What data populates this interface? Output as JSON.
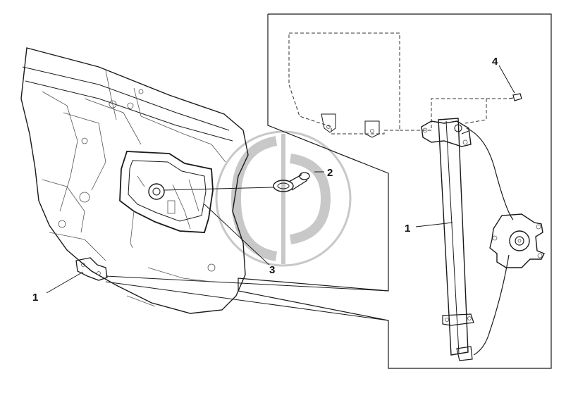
{
  "diagram": {
    "callouts": {
      "left_regulator": "1",
      "right_regulator": "1",
      "cap": "2",
      "panel_hole": "3",
      "clip": "4"
    },
    "colors": {
      "line": "#1a1a1a",
      "watermark": "#c8c8c8",
      "background": "#ffffff"
    }
  }
}
